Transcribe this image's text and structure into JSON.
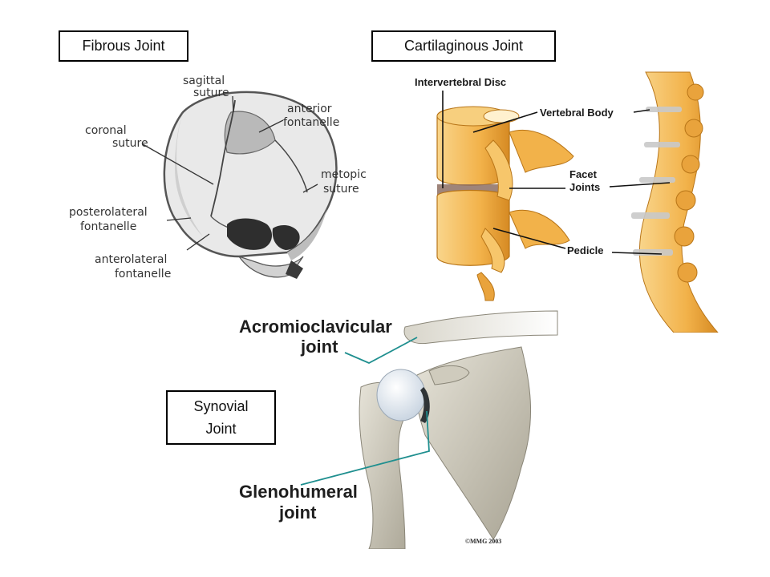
{
  "boxes": {
    "fibrous": "Fibrous Joint",
    "cartilaginous": "Cartilaginous Joint",
    "synovial_line1": "Synovial",
    "synovial_line2": "Joint"
  },
  "skull": {
    "sagittal_1": "sagittal",
    "sagittal_2": "suture",
    "anterior_1": "anterior",
    "anterior_2": "fontanelle",
    "coronal_1": "coronal",
    "coronal_2": "suture",
    "metopic_1": "metopic",
    "metopic_2": "suture",
    "posterolateral_1": "posterolateral",
    "posterolateral_2": "fontanelle",
    "anterolateral_1": "anterolateral",
    "anterolateral_2": "fontanelle"
  },
  "spine": {
    "intervertebral_disc": "Intervertebral Disc",
    "vertebral_body": "Vertebral Body",
    "facet_1": "Facet",
    "facet_2": "Joints",
    "pedicle": "Pedicle"
  },
  "shoulder": {
    "ac_1": "Acromioclavicular",
    "ac_2": "joint",
    "gh_1": "Glenohumeral",
    "gh_2": "joint",
    "copyright": "©MMG 2003"
  },
  "colors": {
    "bone_light": "#f7c66b",
    "bone_dark": "#d98f2a",
    "shoulder_bone": "#d4d0c3",
    "leader_teal": "#1f8f8f"
  }
}
